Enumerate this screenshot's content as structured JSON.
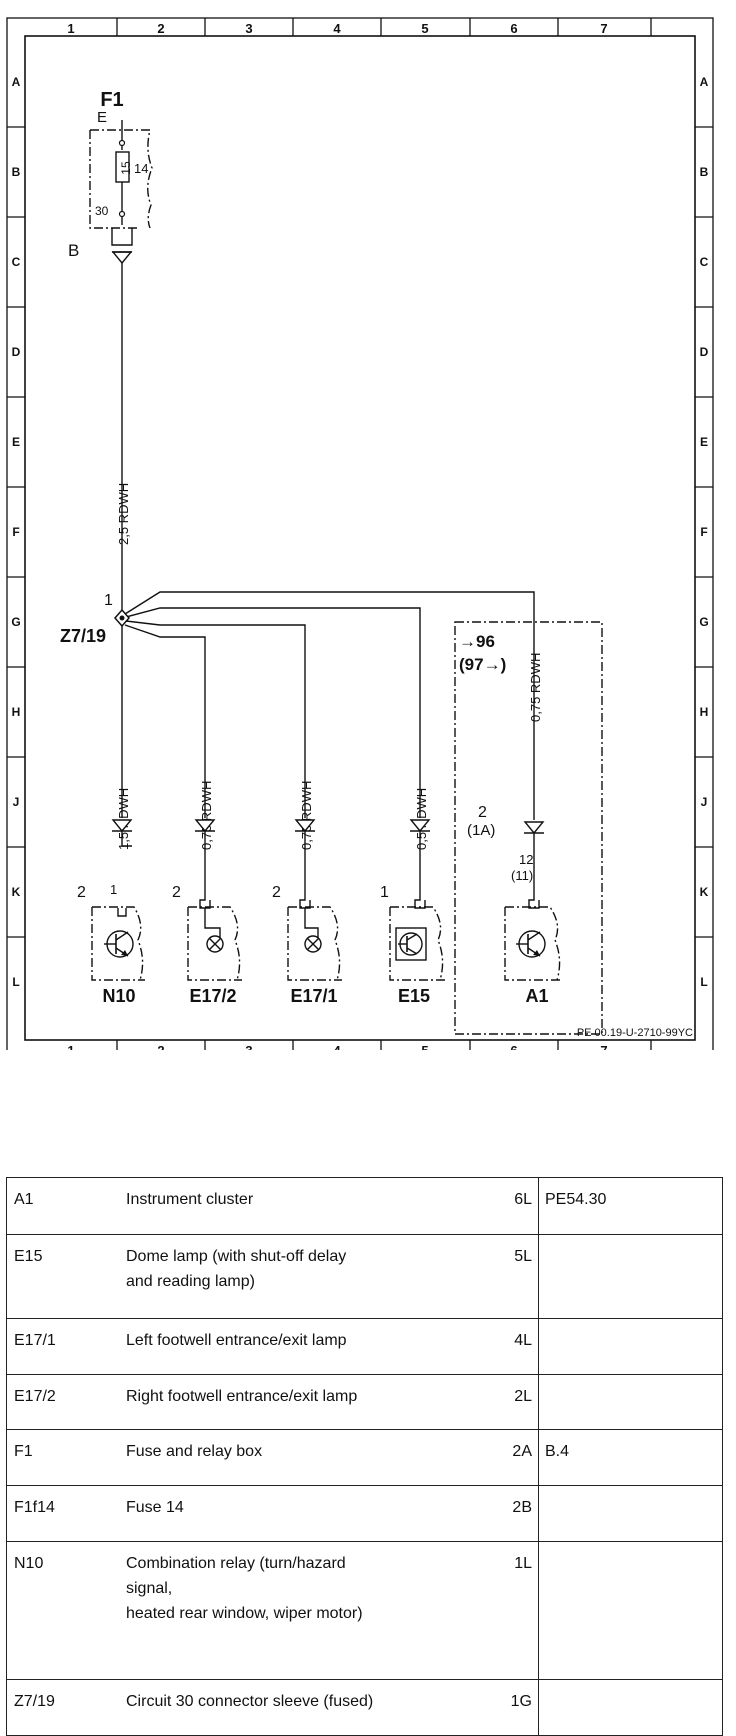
{
  "diagram": {
    "grid_columns": [
      "1",
      "2",
      "3",
      "4",
      "5",
      "6",
      "7"
    ],
    "grid_rows": [
      "A",
      "B",
      "C",
      "D",
      "E",
      "F",
      "G",
      "H",
      "J",
      "K",
      "L"
    ],
    "fuse_box": {
      "name": "F1",
      "terminal_e": "E",
      "fuse_rating": "15",
      "fuse_number": "14",
      "terminal_30": "30",
      "connector": "B"
    },
    "connector_sleeve": {
      "name": "Z7/19",
      "pin": "1"
    },
    "wires": {
      "main": "2,5 RDWH",
      "n10": "1,5 RDWH",
      "e17_2": "0,75 RDWH",
      "e17_1": "0,75 RDWH",
      "e15": "0,5 RDWH",
      "a1": "0,75 RDWH"
    },
    "a1_box": {
      "ref_primary": "→96",
      "ref_secondary": "(97→)"
    },
    "components": {
      "n10": {
        "name": "N10",
        "pin_outer": "2",
        "pin_inner": "1"
      },
      "e17_2": {
        "name": "E17/2",
        "pin_outer": "2"
      },
      "e17_1": {
        "name": "E17/1",
        "pin_outer": "2"
      },
      "e15": {
        "name": "E15",
        "pin_outer": "1"
      },
      "a1": {
        "name": "A1",
        "pin_outer": "2",
        "pin_outer_alt": "(1A)",
        "pin_inner": "12",
        "pin_inner_alt": "(11)"
      }
    },
    "document_code": "PE 00.19-U-2710-99YC"
  },
  "legend": [
    {
      "code": "A1",
      "description": [
        "Instrument cluster"
      ],
      "location": "6L",
      "reference": "PE54.30"
    },
    {
      "code": "E15",
      "description": [
        "Dome lamp (with shut-off delay",
        "and reading lamp)"
      ],
      "location": "5L",
      "reference": ""
    },
    {
      "code": "E17/1",
      "description": [
        "Left footwell entrance/exit lamp"
      ],
      "location": "4L",
      "reference": ""
    },
    {
      "code": "E17/2",
      "description": [
        "Right footwell entrance/exit lamp"
      ],
      "location": "2L",
      "reference": ""
    },
    {
      "code": "F1",
      "description": [
        "Fuse and relay box"
      ],
      "location": "2A",
      "reference": "B.4"
    },
    {
      "code": "F1f14",
      "description": [
        "Fuse 14"
      ],
      "location": "2B",
      "reference": ""
    },
    {
      "code": "N10",
      "description": [
        "Combination relay (turn/hazard",
        "signal,",
        "heated rear window, wiper motor)"
      ],
      "location": "1L",
      "reference": ""
    },
    {
      "code": "Z7/19",
      "description": [
        "Circuit 30 connector sleeve (fused)"
      ],
      "location": "1G",
      "reference": ""
    }
  ]
}
